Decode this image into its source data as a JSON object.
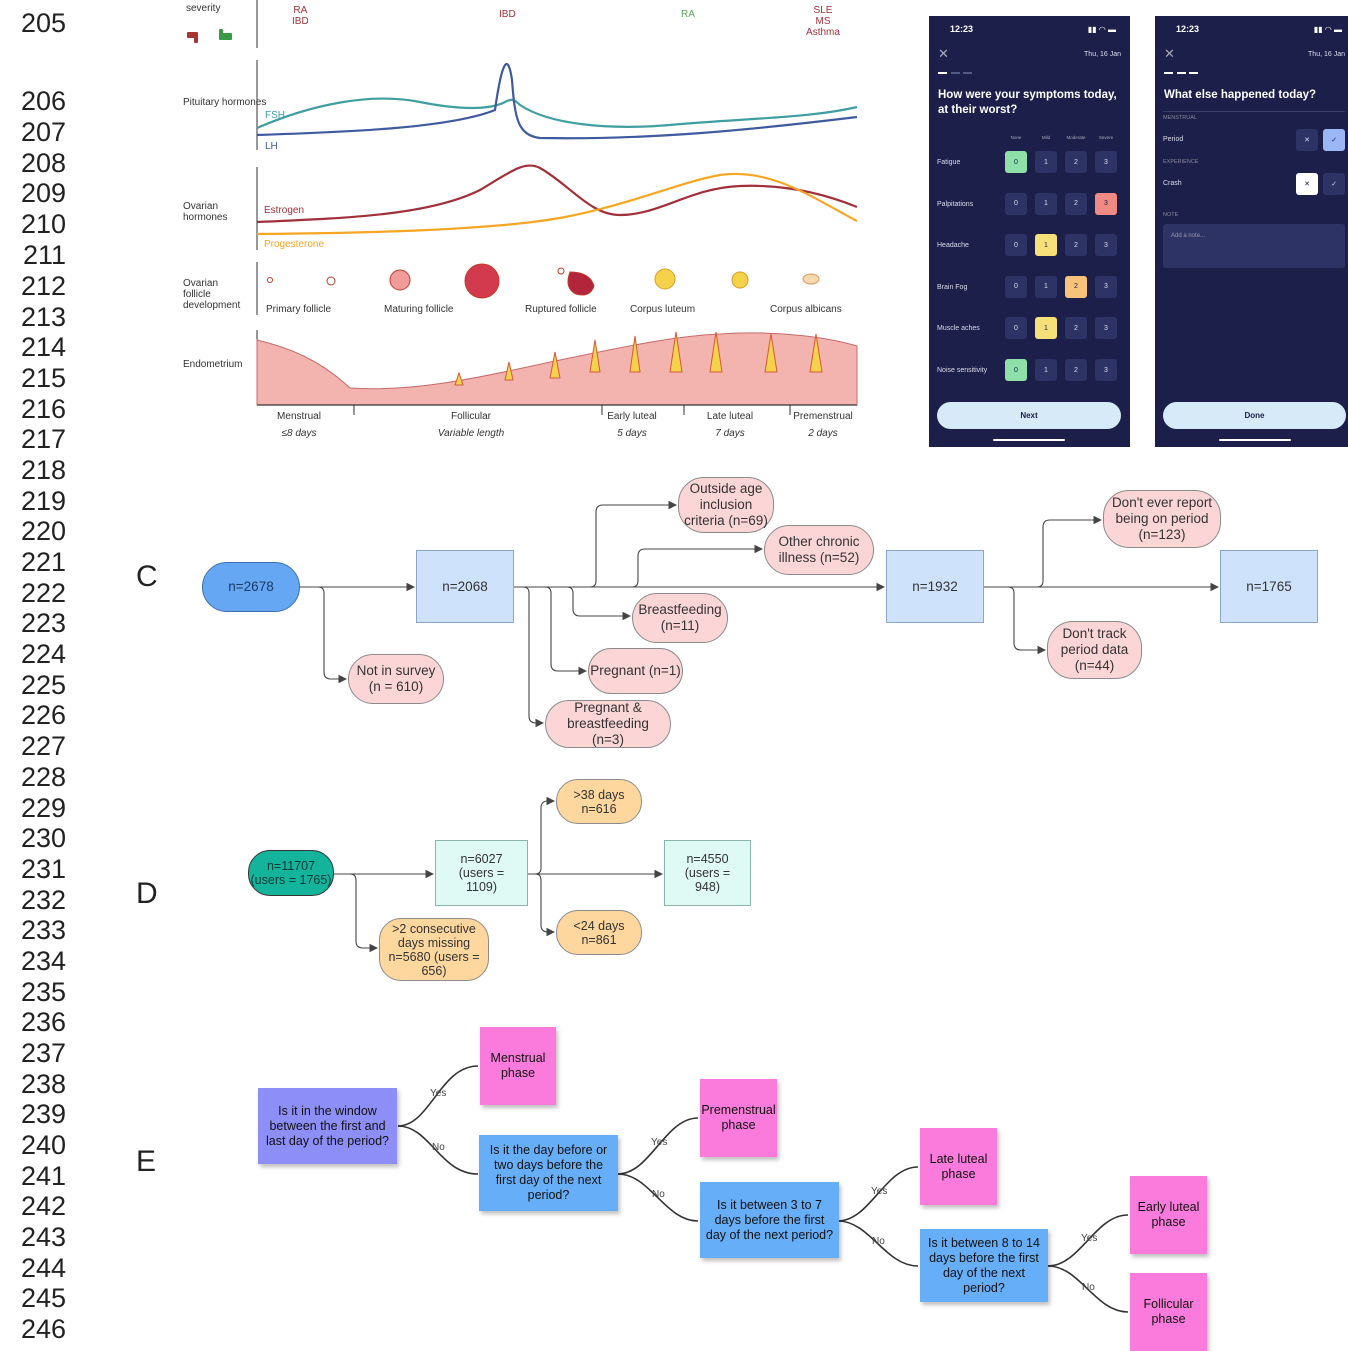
{
  "line_numbers": [
    "205",
    "206",
    "207",
    "208",
    "209",
    "210",
    "211",
    "212",
    "213",
    "214",
    "215",
    "216",
    "217",
    "218",
    "219",
    "220",
    "221",
    "222",
    "223",
    "224",
    "225",
    "226",
    "227",
    "228",
    "229",
    "230",
    "231",
    "232",
    "233",
    "234",
    "235",
    "236",
    "237",
    "238",
    "239",
    "240",
    "241",
    "242",
    "243",
    "244",
    "245",
    "246"
  ],
  "panel_labels": {
    "c": "C",
    "d": "D",
    "e": "E"
  },
  "panel_a": {
    "severity_label": "severity",
    "severity_marks": [
      [
        "RA",
        "IBD"
      ],
      [
        "IBD"
      ],
      [
        "RA"
      ],
      [
        "SLE",
        "MS",
        "Asthma"
      ]
    ],
    "rows": {
      "pituitary": "Pituitary hormones",
      "ovarian": "Ovarian hormones",
      "follicle": "Ovarian follicle development",
      "endometrium": "Endometrium"
    },
    "curves": {
      "fsh": "FSH",
      "lh": "LH",
      "estrogen": "Estrogen",
      "progesterone": "Progesterone"
    },
    "follicles": [
      "Primary follicle",
      "Maturing follicle",
      "Ruptured follicle",
      "Corpus luteum",
      "Corpus albicans"
    ],
    "phases": [
      {
        "name": "Menstrual",
        "length": "≤8 days"
      },
      {
        "name": "Follicular",
        "length": "Variable length"
      },
      {
        "name": "Early luteal",
        "length": "5 days"
      },
      {
        "name": "Late luteal",
        "length": "7 days"
      },
      {
        "name": "Premenstrual",
        "length": "2 days"
      }
    ]
  },
  "phone1": {
    "time": "12:23",
    "date": "Thu, 16 Jan",
    "question": "How were your symptoms today, at their worst?",
    "levels": [
      "None",
      "Mild",
      "Moderate",
      "Severe"
    ],
    "values": [
      "0",
      "1",
      "2",
      "3"
    ],
    "symptoms": [
      {
        "name": "Fatigue",
        "selected": 0
      },
      {
        "name": "Palpitations",
        "selected": 3
      },
      {
        "name": "Headache",
        "selected": 1
      },
      {
        "name": "Brain Fog",
        "selected": 2
      },
      {
        "name": "Muscle aches",
        "selected": 1
      },
      {
        "name": "Noise sensitivity",
        "selected": 0
      }
    ],
    "button": "Next"
  },
  "phone2": {
    "time": "12:23",
    "date": "Thu, 16 Jan",
    "question": "What else happened today?",
    "section_menstrual": "MENSTRUAL",
    "item_period": "Period",
    "section_experience": "EXPERIENCE",
    "item_crash": "Crash",
    "section_note": "NOTE",
    "note_placeholder": "Add a note...",
    "button": "Done"
  },
  "panel_c": {
    "n2678": "n=2678",
    "n2068": "n=2068",
    "n1932": "n=1932",
    "n1765": "n=1765",
    "not_in_survey": "Not in survey (n = 610)",
    "outside_age": "Outside age inclusion criteria (n=69)",
    "chronic": "Other chronic illness (n=52)",
    "breastfeeding": "Breastfeeding (n=11)",
    "pregnant": "Pregnant (n=1)",
    "preg_breast": "Pregnant & breastfeeding (n=3)",
    "dont_report": "Don't ever report being on period (n=123)",
    "dont_track": "Don't track period data (n=44)"
  },
  "panel_d": {
    "start": "n=11707 (users = 1765)",
    "mid": "n=6027 (users = 1109)",
    "end": "n=4550 (users = 948)",
    "missing": ">2 consecutive days missing n=5680 (users = 656)",
    "gt38": ">38 days n=616",
    "lt24": "<24 days n=861"
  },
  "panel_e": {
    "q1": "Is it in the window between the first and last day of the period?",
    "q2": "Is it the day before or two days before the first day of the next period?",
    "q3": "Is it between 3 to 7 days before the first day of the next period?",
    "q4": "Is it between 8 to 14 days before the first day of the next period?",
    "menstrual": "Menstrual phase",
    "premenstrual": "Premenstrual phase",
    "late_luteal": "Late luteal phase",
    "early_luteal": "Early luteal phase",
    "follicular": "Follicular phase",
    "yes": "Yes",
    "no": "No"
  },
  "colors": {
    "fsh": "#3f9ea0",
    "lh": "#3f5a9e",
    "estrogen": "#a0303a",
    "progesterone": "#f5a623",
    "endometrium": "#f3b4b0",
    "node_blue": "#cfe2fb",
    "node_pink": "#fcd6d6",
    "phone_bg": "#1b1f4a"
  }
}
